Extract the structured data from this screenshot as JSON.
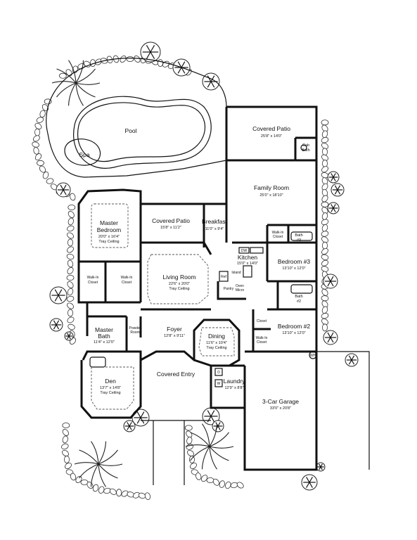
{
  "rooms": [
    {
      "id": "pool",
      "name": "Pool"
    },
    {
      "id": "spa",
      "name": "Spa"
    },
    {
      "id": "covered-patio-rear",
      "name": "Covered Patio",
      "dim": "25'8\" x 14'0\""
    },
    {
      "id": "cab-bath",
      "name_lines": [
        "Cab",
        "Bath"
      ]
    },
    {
      "id": "family-room",
      "name": "Family Room",
      "dim": "25'0\" x 18'10\""
    },
    {
      "id": "master-bedroom",
      "name_lines": [
        "Master",
        "Bedroom"
      ],
      "dim": "20'0\" x 16'4\"",
      "note": "Tray Ceiling"
    },
    {
      "id": "covered-patio-master",
      "name": "Covered Patio",
      "dim": "15'8\" x 11'2\""
    },
    {
      "id": "breakfast",
      "name": "Breakfast",
      "dim": "11'0\" x 9'4\""
    },
    {
      "id": "walk-in-closet-bed3",
      "name_lines": [
        "Walk-In",
        "Closet"
      ]
    },
    {
      "id": "bath-3",
      "name_lines": [
        "Bath",
        "#3"
      ]
    },
    {
      "id": "kitchen",
      "name": "Kitchen",
      "dim": "15'0\" x 14'0\""
    },
    {
      "id": "island",
      "name": "Island"
    },
    {
      "id": "bedroom-3",
      "name": "Bedroom #3",
      "dim": "13'10\" x 12'0\""
    },
    {
      "id": "living-room",
      "name": "Living Room",
      "dim": "22'6\" x 20'0\"",
      "note": "Tray Ceiling"
    },
    {
      "id": "walk-in-closet-master-1",
      "name_lines": [
        "Walk-In",
        "Closet"
      ]
    },
    {
      "id": "walk-in-closet-master-2",
      "name_lines": [
        "Walk-In",
        "Closet"
      ]
    },
    {
      "id": "pantry",
      "name": "Pantry"
    },
    {
      "id": "bath-2",
      "name_lines": [
        "Bath",
        "#2"
      ]
    },
    {
      "id": "closet-bed2",
      "name": "Closet"
    },
    {
      "id": "master-bath",
      "name_lines": [
        "Master",
        "Bath"
      ],
      "dim": "11'4\" x 12'0\""
    },
    {
      "id": "powder-room",
      "name_lines": [
        "Powder",
        "Room"
      ]
    },
    {
      "id": "foyer",
      "name": "Foyer",
      "dim": "12'8\" x 9'11\""
    },
    {
      "id": "dining",
      "name": "Dining",
      "dim": "11'6\" x 10'4\"",
      "note": "Tray Ceiling"
    },
    {
      "id": "bedroom-2",
      "name": "Bedroom #2",
      "dim": "13'10\" x 12'0\""
    },
    {
      "id": "walk-in-closet-bed2",
      "name_lines": [
        "Walk-In",
        "Closet"
      ]
    },
    {
      "id": "covered-entry",
      "name": "Covered Entry"
    },
    {
      "id": "den",
      "name": "Den",
      "dim": "13'7\" x 14'8\"",
      "note": "Tray Ceiling"
    },
    {
      "id": "laundry",
      "name": "Laundry",
      "dim": "12'9\" x 8'8\""
    },
    {
      "id": "three-car-garage",
      "name": "3-Car Garage",
      "dim": "33'0\" x 20'8\""
    }
  ],
  "fixtures": {
    "dw": "DW",
    "ref": "Ref",
    "oven": "Oven",
    "micro": "Micro",
    "wh": "WH",
    "d": "D",
    "w": "W"
  }
}
